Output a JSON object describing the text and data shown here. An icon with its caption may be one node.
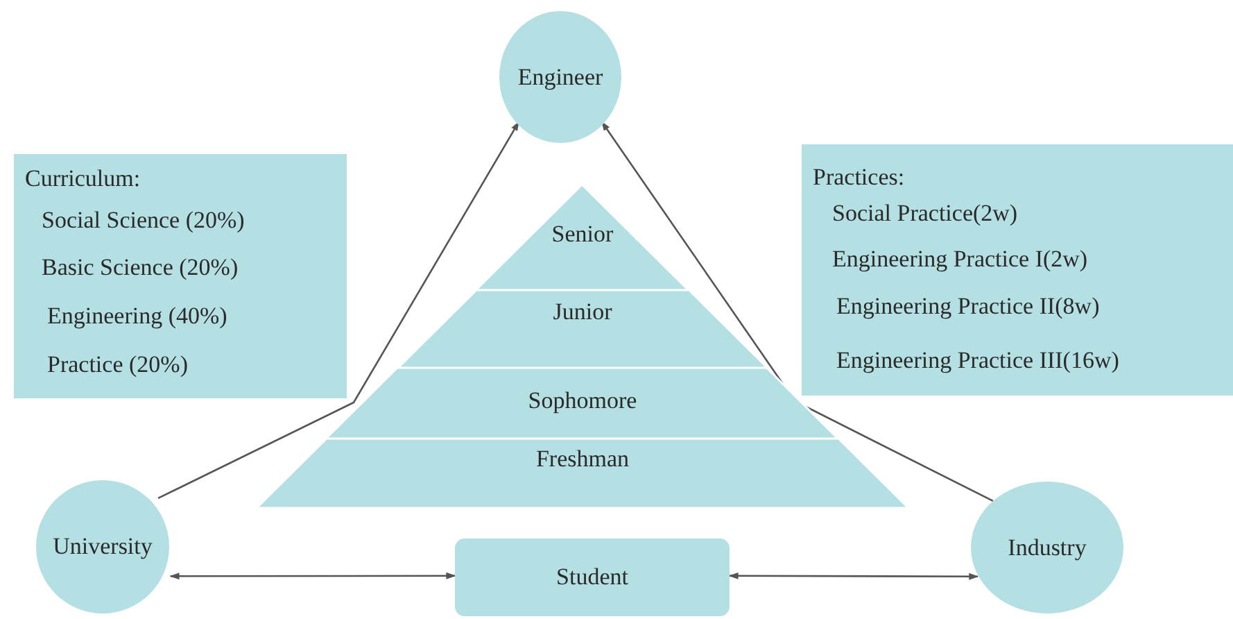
{
  "diagram": {
    "nodes": [
      {
        "text": [
          "Engineer"
        ]
      },
      {
        "text": [
          "Curriculum:",
          "Social Science (20%)",
          "Basic Science (20%)",
          "Engineering (40%)",
          "Practice (20%)"
        ]
      },
      {
        "text": [
          "Practices:",
          "Social Practice(2w)",
          "Engineering Practice I(2w)",
          "Engineering Practice II(8w)",
          "Engineering Practice III(16w)"
        ]
      },
      {
        "text": [
          "Senior"
        ]
      },
      {
        "text": [
          "Junior"
        ]
      },
      {
        "text": [
          "Sophomore"
        ]
      },
      {
        "text": [
          "Freshman"
        ]
      },
      {
        "text": [
          "University"
        ]
      },
      {
        "text": [
          "Student"
        ]
      },
      {
        "text": [
          "Industry"
        ]
      }
    ],
    "edges": [
      {
        "from": 7,
        "to": 0,
        "arrow": "to"
      },
      {
        "from": 9,
        "to": 0,
        "arrow": "to"
      },
      {
        "from": 7,
        "to": 8,
        "arrow": "both"
      },
      {
        "from": 8,
        "to": 9,
        "arrow": "both"
      }
    ]
  }
}
